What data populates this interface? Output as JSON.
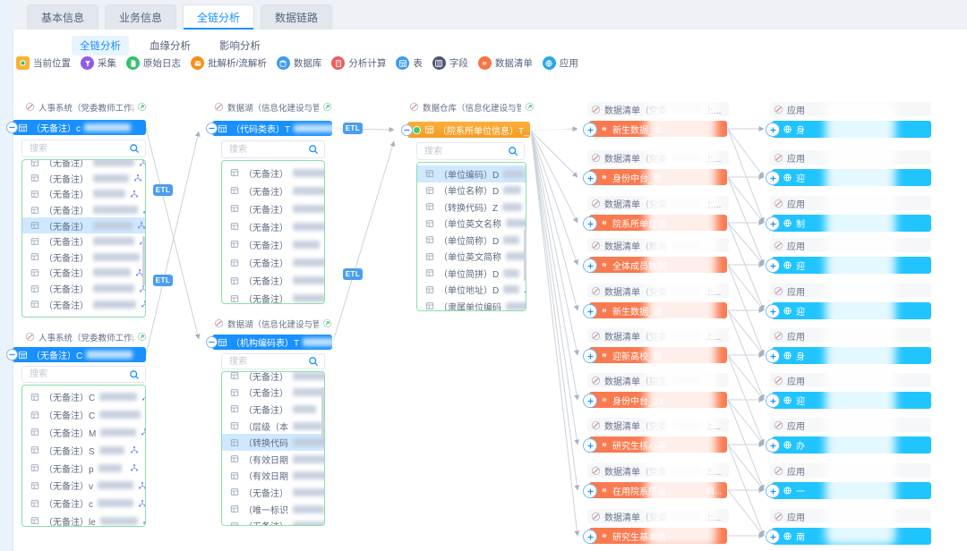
{
  "tabs": {
    "items": [
      {
        "label": "基本信息",
        "active": false
      },
      {
        "label": "业务信息",
        "active": false
      },
      {
        "label": "全链分析",
        "active": true
      },
      {
        "label": "数据链路",
        "active": false
      }
    ]
  },
  "subtabs": {
    "items": [
      {
        "label": "全链分析",
        "active": true
      },
      {
        "label": "血缘分析",
        "active": false
      },
      {
        "label": "影响分析",
        "active": false
      }
    ]
  },
  "legend": {
    "items": [
      {
        "label": "当前位置",
        "icon": "current-location-icon",
        "color": "#f7b239",
        "shape": "square"
      },
      {
        "label": "采集",
        "icon": "collect-icon",
        "color": "#8f5ce8",
        "shape": "circle"
      },
      {
        "label": "原始日志",
        "icon": "raw-log-icon",
        "color": "#36c26a",
        "shape": "circle"
      },
      {
        "label": "批解析/流解析",
        "icon": "parse-icon",
        "color": "#fa8c16",
        "shape": "circle"
      },
      {
        "label": "数据库",
        "icon": "database-icon",
        "color": "#3e9bf0",
        "shape": "circle"
      },
      {
        "label": "分析计算",
        "icon": "compute-icon",
        "color": "#f25a5a",
        "shape": "circle"
      },
      {
        "label": "表",
        "icon": "table-icon",
        "color": "#3e9bf0",
        "shape": "circle"
      },
      {
        "label": "字段",
        "icon": "field-icon",
        "color": "#4d5870",
        "shape": "circle"
      },
      {
        "label": "数据清单",
        "icon": "data-list-icon",
        "color": "#fa7246",
        "shape": "circle"
      },
      {
        "label": "应用",
        "icon": "app-icon",
        "color": "#2aa7e8",
        "shape": "circle"
      }
    ]
  },
  "search_placeholder": "搜索",
  "etl_label": "ETL",
  "colors": {
    "accent": "#1890ff",
    "node_blue": "#1890ff",
    "node_orange": "#f9a525",
    "node_coral": "#fa7a50",
    "node_cyan": "#20c4ff",
    "list_border": "#8adfa9",
    "selected_row": "#cfe8ff"
  },
  "panels": [
    {
      "system": "人事系统（党委教师工作部（人事处",
      "table": "（无备注）c",
      "selected": 4,
      "items": [
        {
          "text": "（无备注）",
          "blur": 46
        },
        {
          "text": "（无备注）",
          "blur": 40
        },
        {
          "text": "（无备注）",
          "blur": 36
        },
        {
          "text": "（无备注）",
          "blur": 50
        },
        {
          "text": "（无备注）",
          "blur": 44
        },
        {
          "text": "（无备注）",
          "blur": 46
        },
        {
          "text": "（无备注）",
          "blur": 52
        },
        {
          "text": "（无备注）",
          "blur": 42
        },
        {
          "text": "（无备注）",
          "blur": 46
        },
        {
          "text": "（无备注）",
          "blur": 48
        }
      ]
    },
    {
      "system": "人事系统（党委教师工作部（人事处",
      "table": "（无备注）C",
      "selected": -1,
      "items": [
        {
          "text": "（无备注）C",
          "blur": 42
        },
        {
          "text": "（无备注）C",
          "blur": 46
        },
        {
          "text": "（无备注）M",
          "blur": 40
        },
        {
          "text": "（无备注）S",
          "blur": 28
        },
        {
          "text": "（无备注）p",
          "blur": 26
        },
        {
          "text": "（无备注）v",
          "blur": 40
        },
        {
          "text": "（无备注）c",
          "blur": 40
        },
        {
          "text": "（无备注）le",
          "blur": 42
        }
      ]
    },
    {
      "system": "数据湖（信息化建设与管理中心）",
      "table": "（代码类表）T",
      "selected": -1,
      "items": [
        {
          "text": "（无备注）",
          "blur": 52
        },
        {
          "text": "（无备注）",
          "blur": 60
        },
        {
          "text": "（无备注）",
          "blur": 50
        },
        {
          "text": "（无备注）",
          "blur": 38
        },
        {
          "text": "（无备注）",
          "blur": 30
        },
        {
          "text": "（无备注）",
          "blur": 56
        },
        {
          "text": "（无备注）",
          "blur": 52
        },
        {
          "text": "（无备注）",
          "blur": 44
        }
      ]
    },
    {
      "system": "数据湖（信息化建设与管理中心）",
      "table": "（机构编码表）T",
      "selected": 4,
      "items": [
        {
          "text": "（无备注）",
          "blur": 48
        },
        {
          "text": "（无备注）",
          "blur": 40
        },
        {
          "text": "（无备注）",
          "blur": 26
        },
        {
          "text": "（层级（本",
          "blur": 34
        },
        {
          "text": "（转换代码",
          "blur": 40
        },
        {
          "text": "（有效日期",
          "blur": 44
        },
        {
          "text": "（有效日期",
          "blur": 44
        },
        {
          "text": "（无备注）",
          "blur": 40
        },
        {
          "text": "（唯一标识",
          "blur": 36
        },
        {
          "text": "（无备注）",
          "blur": 42
        }
      ]
    },
    {
      "system": "数据仓库（信息化建设与管理中心）",
      "table": "（院系所单位信息）T_",
      "selected": 0,
      "items": [
        {
          "text": "（单位编码）D",
          "blur": 24
        },
        {
          "text": "（单位名称）D",
          "blur": 20
        },
        {
          "text": "（转换代码）Z",
          "blur": 22
        },
        {
          "text": "（单位英文名称",
          "blur": 30
        },
        {
          "text": "（单位简称）D",
          "blur": 18
        },
        {
          "text": "（单位英文简称",
          "blur": 28
        },
        {
          "text": "（单位简拼）D",
          "blur": 18
        },
        {
          "text": "（单位地址）D",
          "blur": 18
        },
        {
          "text": "（隶属单位编码",
          "blur": 26
        }
      ]
    }
  ],
  "data_lists": [
    {
      "label": "数据清单（党委",
      "tail": "上...",
      "bar": "新生数据_本",
      "bar_tail": ""
    },
    {
      "label": "数据清单（党委",
      "tail": "上...",
      "bar": "身份中台_教",
      "bar_tail": ""
    },
    {
      "label": "数据清单（党委",
      "tail": "上...",
      "bar": "院系所单位信",
      "bar_tail": ""
    },
    {
      "label": "数据清单（教务",
      "tail": "",
      "bar": "全体成员数据",
      "bar_tail": ""
    },
    {
      "label": "数据清单（党委",
      "tail": "上...",
      "bar": "新生数据_研",
      "bar_tail": ""
    },
    {
      "label": "数据清单（党委",
      "tail": "上...",
      "bar": "迎新高校_预",
      "bar_tail": ""
    },
    {
      "label": "数据清单（招生",
      "tail": "",
      "bar": "身份中台_23",
      "bar_tail": ""
    },
    {
      "label": "数据清单（党委",
      "tail": "上...",
      "bar": "研究生核心基",
      "bar_tail": ""
    },
    {
      "label": "数据清单（党委",
      "tail": "上...",
      "bar": "在用院系所单",
      "bar_tail": "自..."
    },
    {
      "label": "数据清单（党委",
      "tail": "上...",
      "bar": "研究生基本信",
      "bar_tail": ""
    }
  ],
  "apps": [
    {
      "label": "应用",
      "bar": "身"
    },
    {
      "label": "应用",
      "bar": "迎"
    },
    {
      "label": "应用",
      "bar": "制"
    },
    {
      "label": "应用",
      "bar": "迎"
    },
    {
      "label": "应用",
      "bar": "迎"
    },
    {
      "label": "应用",
      "bar": "身"
    },
    {
      "label": "应用",
      "bar": "迎"
    },
    {
      "label": "应用",
      "bar": "办"
    },
    {
      "label": "应用",
      "bar": "一"
    },
    {
      "label": "应用",
      "bar": "南"
    }
  ]
}
